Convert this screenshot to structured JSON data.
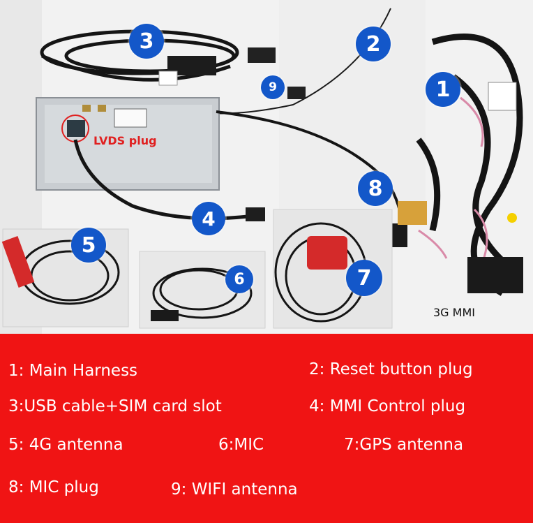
{
  "photo": {
    "callouts": [
      "1",
      "2",
      "3",
      "4",
      "5",
      "6",
      "7",
      "8",
      "9"
    ],
    "lvds_label": "LVDS plug",
    "model_label": "3G MMI"
  },
  "legend": {
    "items": [
      "1: Main Harness",
      "2: Reset button plug",
      "3:USB cable+SIM card slot",
      "4:  MMI Control plug",
      "5:   4G antenna",
      "6:MIC",
      "7:GPS antenna",
      "8: MIC plug",
      "9: WIFI antenna"
    ]
  },
  "colors": {
    "badge": "#1357c9",
    "legend_background": "#f01414",
    "lvds_text": "#e02020"
  }
}
